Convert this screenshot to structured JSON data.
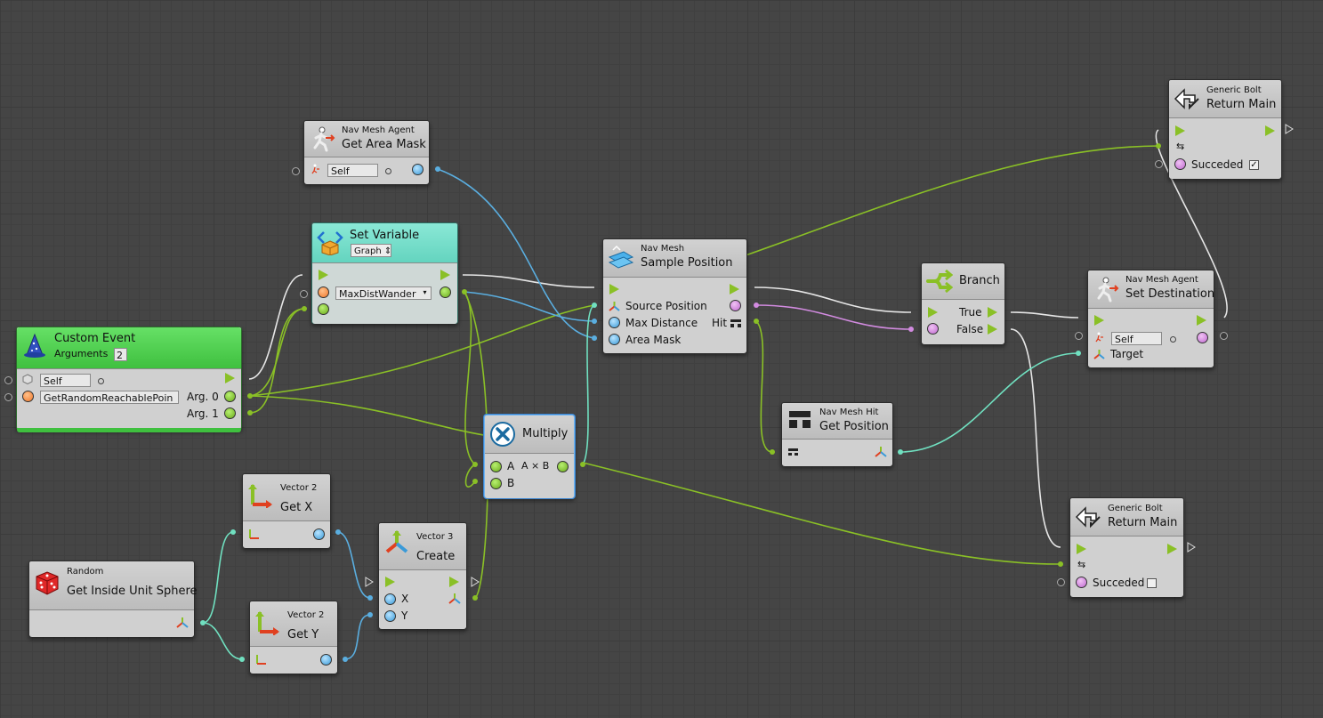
{
  "colors": {
    "canvas": "#454545",
    "node_body": "#d0d0d0",
    "event_green": "#5bd35b",
    "setvar_teal": "#7adccb",
    "wire_flow": "#e6e6e6",
    "wire_green": "#8ac026",
    "wire_blue": "#5aaee0",
    "wire_teal": "#70e0c0",
    "wire_purple": "#d28be0"
  },
  "nodes": {
    "custom_event": {
      "title": "Custom Event",
      "arguments_label": "Arguments",
      "arguments_count": "2",
      "target_value": "Self",
      "name_value": "GetRandomReachablePoin",
      "arg0": "Arg. 0",
      "arg1": "Arg. 1",
      "icon": "wizard-hat-icon"
    },
    "get_area_mask": {
      "category": "Nav Mesh Agent",
      "title": "Get Area Mask",
      "target_value": "Self",
      "icon": "running-person-icon"
    },
    "set_variable": {
      "title": "Set Variable",
      "kind": "Graph",
      "variable_value": "MaxDistWander",
      "icon": "variable-cube-icon"
    },
    "sample_position": {
      "category": "Nav Mesh",
      "title": "Sample Position",
      "source_label": "Source Position",
      "maxdist_label": "Max Distance",
      "hit_label": "Hit",
      "areamask_label": "Area Mask",
      "icon": "navmesh-icon"
    },
    "branch": {
      "title": "Branch",
      "true_label": "True",
      "false_label": "False",
      "icon": "branch-icon"
    },
    "return_main_top": {
      "category": "Generic Bolt",
      "title": "Return Main",
      "succeded_label": "Succeded",
      "succeded_checked": true,
      "icon": "return-arrows-icon"
    },
    "set_destination": {
      "category": "Nav Mesh Agent",
      "title": "Set Destination",
      "target_value": "Self",
      "target_label": "Target",
      "icon": "running-person-icon"
    },
    "get_position": {
      "category": "Nav Mesh Hit",
      "title": "Get Position",
      "icon": "navmesh-hit-icon"
    },
    "multiply": {
      "title": "Multiply",
      "a_label": "A",
      "result_label": "A × B",
      "b_label": "B",
      "icon": "multiply-icon"
    },
    "vector2_getx": {
      "category": "Vector 2",
      "title": "Get X",
      "icon": "axes-2d-icon"
    },
    "vector2_gety": {
      "category": "Vector 2",
      "title": "Get Y",
      "icon": "axes-2d-icon"
    },
    "vector3_create": {
      "category": "Vector 3",
      "title": "Create",
      "x_label": "X",
      "y_label": "Y",
      "icon": "axes-3d-icon"
    },
    "random_sphere": {
      "category": "Random",
      "title": "Get Inside Unit Sphere",
      "icon": "dice-icon"
    },
    "return_main_bottom": {
      "category": "Generic Bolt",
      "title": "Return Main",
      "succeded_label": "Succeded",
      "succeded_checked": false,
      "icon": "return-arrows-icon"
    }
  }
}
